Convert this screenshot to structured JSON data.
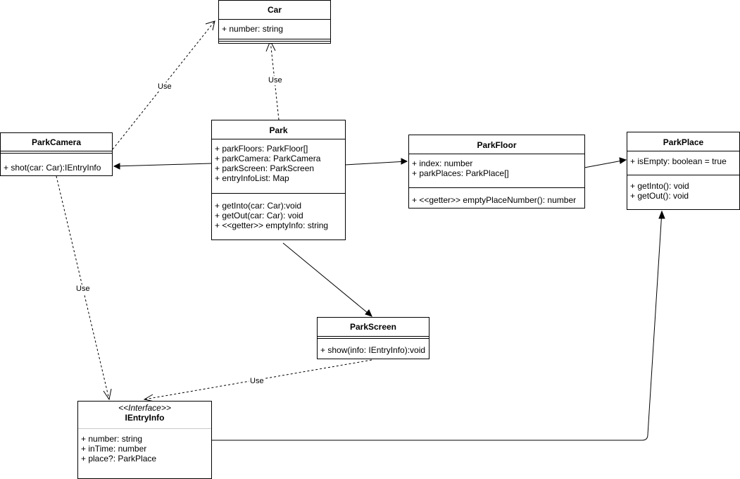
{
  "classes": {
    "car": {
      "name": "Car",
      "attributes": [
        "+ number: string"
      ]
    },
    "park_camera": {
      "name": "ParkCamera",
      "methods": [
        "+ shot(car: Car):IEntryInfo"
      ]
    },
    "park": {
      "name": "Park",
      "attributes": [
        "+ parkFloors: ParkFloor[]",
        "+ parkCamera: ParkCamera",
        "+ parkScreen: ParkScreen",
        "+ entryInfoList: Map"
      ],
      "methods": [
        "+ getInto(car: Car):void",
        "+ getOut(car: Car): void",
        "+ <<getter>> emptyInfo: string"
      ]
    },
    "park_floor": {
      "name": "ParkFloor",
      "attributes": [
        "+ index: number",
        "+ parkPlaces: ParkPlace[]"
      ],
      "methods": [
        "+ <<getter>> emptyPlaceNumber(): number"
      ]
    },
    "park_place": {
      "name": "ParkPlace",
      "attributes": [
        "+ isEmpty: boolean = true"
      ],
      "methods": [
        "+ getInto(): void",
        "+ getOut(): void"
      ]
    },
    "park_screen": {
      "name": "ParkScreen",
      "methods": [
        "+ show(info: IEntryInfo):void"
      ]
    },
    "ientry_info": {
      "stereotype": "<<Interface>>",
      "name": "IEntryInfo",
      "attributes": [
        "+ number: string",
        "+ inTime: number",
        "+ place?: ParkPlace"
      ]
    }
  },
  "edge_labels": {
    "camera_car": "Use",
    "park_car": "Use",
    "camera_entry": "Use",
    "screen_entry": "Use"
  }
}
